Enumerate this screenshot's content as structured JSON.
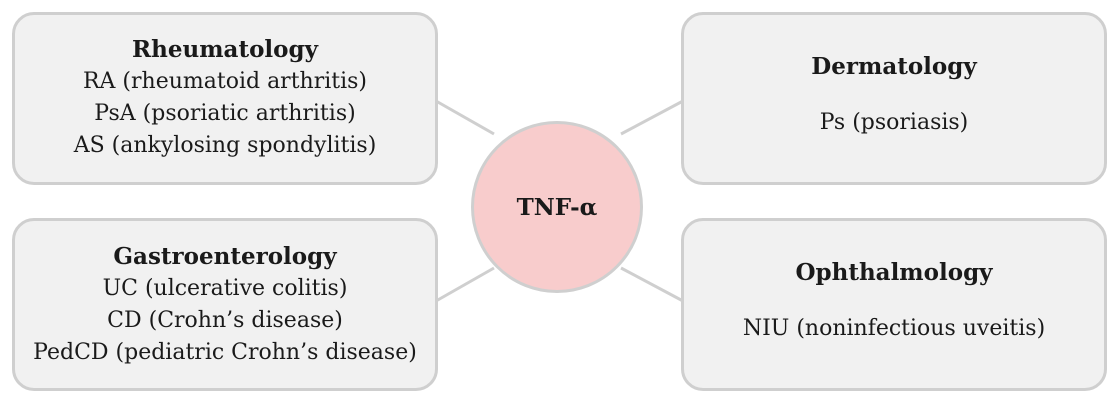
{
  "center": {
    "label": "TNF-α"
  },
  "boxes": {
    "rheumatology": {
      "title": "Rheumatology",
      "items": [
        "RA (rheumatoid arthritis)",
        "PsA (psoriatic arthritis)",
        "AS (ankylosing spondylitis)"
      ]
    },
    "dermatology": {
      "title": "Dermatology",
      "items": [
        "Ps (psoriasis)"
      ]
    },
    "gastroenterology": {
      "title": "Gastroenterology",
      "items": [
        "UC (ulcerative colitis)",
        "CD (Crohn’s disease)",
        "PedCD (pediatric Crohn’s disease)"
      ]
    },
    "ophthalmology": {
      "title": "Ophthalmology",
      "items": [
        "NIU (noninfectious uveitis)"
      ]
    }
  },
  "colors": {
    "box_fill": "#f1f1f1",
    "box_border": "#cfcfcf",
    "hub_fill": "#f8cccc",
    "connector": "#cfcfcf"
  }
}
